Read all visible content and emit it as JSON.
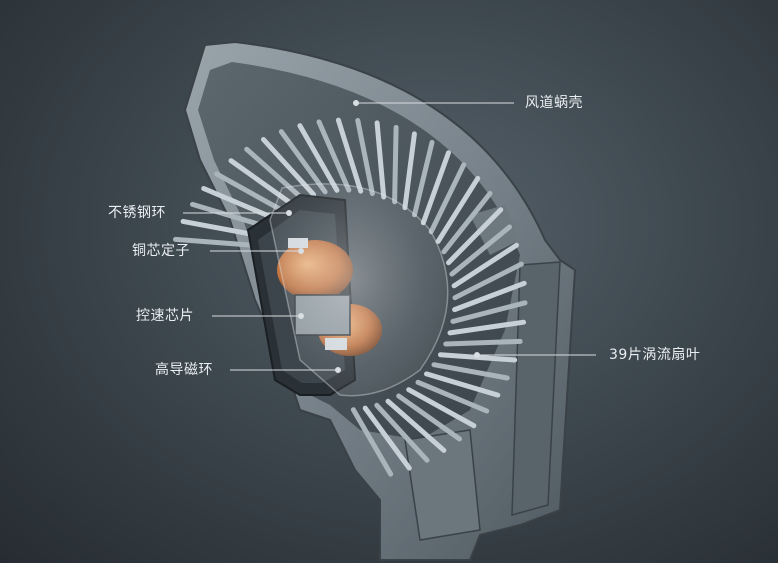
{
  "labels": {
    "volute_housing": "风道蜗壳",
    "stainless_ring": "不锈钢环",
    "copper_stator": "铜芯定子",
    "speed_control_chip": "控速芯片",
    "magnetic_ring": "高导磁环",
    "impeller": "39片涡流扇叶"
  },
  "colors": {
    "background": "#3e484f",
    "housing": "#7f8a92",
    "callout_line": "#d9dee2",
    "copper": "#c97a45"
  }
}
